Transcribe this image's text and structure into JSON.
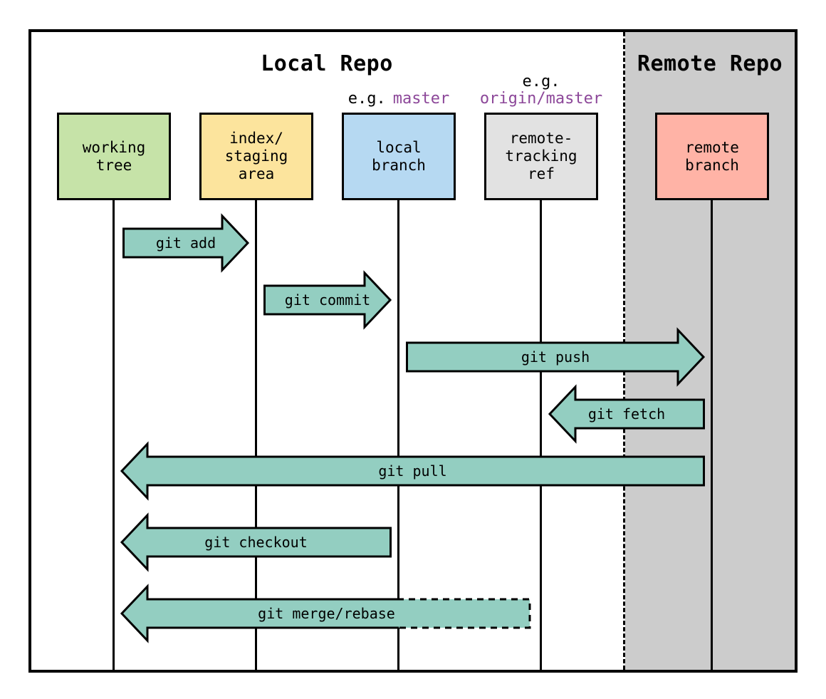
{
  "colors": {
    "teal": "#93cec1",
    "green": "#c6e3a8",
    "yellow": "#fce49d",
    "blue": "#b6d9f2",
    "gray-box": "#e2e2e2",
    "salmon": "#ffb3a6",
    "remote-bg": "#cccccc",
    "purple": "#8c4799",
    "line": "#000000"
  },
  "headers": {
    "local": "Local Repo",
    "remote": "Remote Repo"
  },
  "annotations": {
    "local_branch": {
      "prefix": "e.g.",
      "ref": "master"
    },
    "remote_tracking": {
      "prefix": "e.g.",
      "ref": "origin/master"
    }
  },
  "columns": [
    {
      "id": "working-tree",
      "lines": [
        "working",
        "tree"
      ]
    },
    {
      "id": "index-staging-area",
      "lines": [
        "index/",
        "staging",
        "area"
      ]
    },
    {
      "id": "local-branch",
      "lines": [
        "local",
        "branch"
      ]
    },
    {
      "id": "remote-tracking-ref",
      "lines": [
        "remote-",
        "tracking",
        "ref"
      ]
    },
    {
      "id": "remote-branch",
      "lines": [
        "remote",
        "branch"
      ]
    }
  ],
  "arrows": [
    {
      "id": "git-add",
      "label": "git add",
      "from": "working-tree",
      "to": "index-staging-area",
      "direction": "right",
      "style": "solid"
    },
    {
      "id": "git-commit",
      "label": "git commit",
      "from": "index-staging-area",
      "to": "local-branch",
      "direction": "right",
      "style": "solid"
    },
    {
      "id": "git-push",
      "label": "git push",
      "from": "local-branch",
      "to": "remote-branch",
      "direction": "right",
      "style": "solid"
    },
    {
      "id": "git-fetch",
      "label": "git fetch",
      "from": "remote-branch",
      "to": "remote-tracking-ref",
      "direction": "left",
      "style": "solid"
    },
    {
      "id": "git-pull",
      "label": "git pull",
      "from": "remote-branch",
      "to": "working-tree",
      "direction": "left",
      "style": "solid"
    },
    {
      "id": "git-checkout",
      "label": "git checkout",
      "from": "local-branch",
      "to": "working-tree",
      "direction": "left",
      "style": "solid"
    },
    {
      "id": "git-merge-rebase",
      "label": "git merge/rebase",
      "from": "remote-tracking-ref",
      "to": "working-tree",
      "direction": "left",
      "style": "dashed-tail"
    }
  ]
}
